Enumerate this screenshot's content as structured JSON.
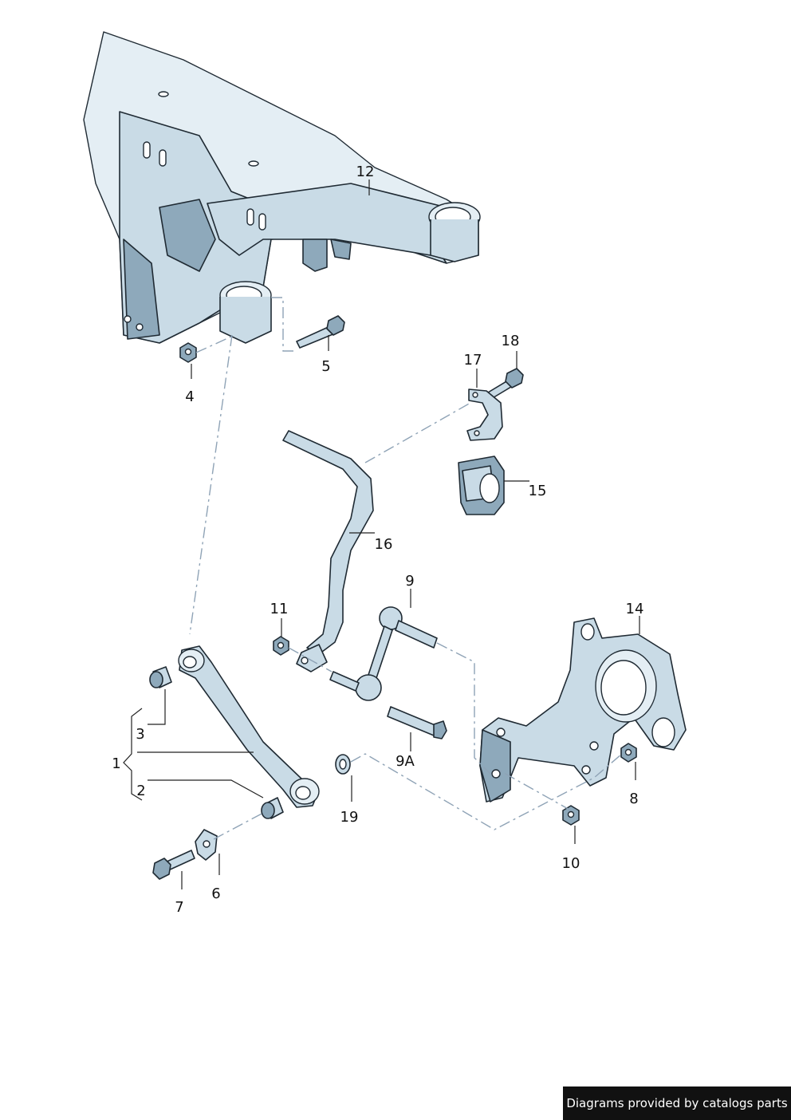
{
  "diagram": {
    "credit": "Diagrams provided by catalogs parts",
    "callouts": [
      {
        "id": "1",
        "label": "1"
      },
      {
        "id": "2",
        "label": "2"
      },
      {
        "id": "3",
        "label": "3"
      },
      {
        "id": "4",
        "label": "4"
      },
      {
        "id": "5",
        "label": "5"
      },
      {
        "id": "6",
        "label": "6"
      },
      {
        "id": "7",
        "label": "7"
      },
      {
        "id": "8",
        "label": "8"
      },
      {
        "id": "9",
        "label": "9"
      },
      {
        "id": "9A",
        "label": "9A"
      },
      {
        "id": "10",
        "label": "10"
      },
      {
        "id": "11",
        "label": "11"
      },
      {
        "id": "12",
        "label": "12"
      },
      {
        "id": "14",
        "label": "14"
      },
      {
        "id": "15",
        "label": "15"
      },
      {
        "id": "16",
        "label": "16"
      },
      {
        "id": "17",
        "label": "17"
      },
      {
        "id": "18",
        "label": "18"
      },
      {
        "id": "19",
        "label": "19"
      }
    ]
  },
  "colors": {
    "part_fill": "#c9dbe6",
    "part_shade": "#8ea9bb",
    "outline": "#1f2a33",
    "dash_line": "#8fa3b6",
    "banner_bg": "#111111",
    "banner_text": "#ffffff"
  }
}
